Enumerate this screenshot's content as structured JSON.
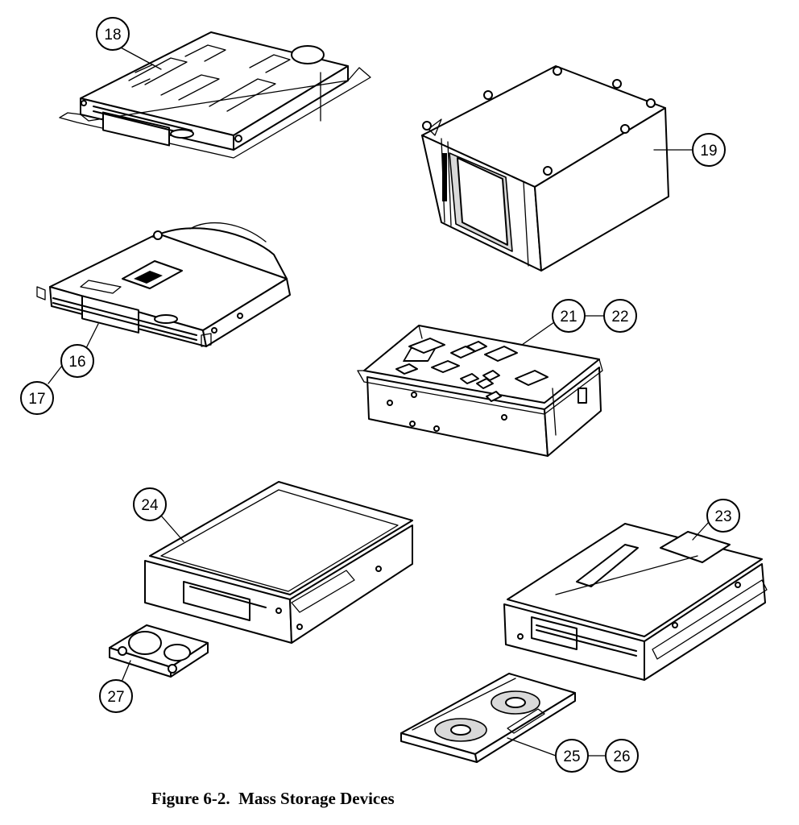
{
  "figure": {
    "caption": "Figure 6-2.  Mass Storage Devices",
    "callouts": {
      "c16": "16",
      "c17": "17",
      "c18": "18",
      "c19": "19",
      "c21": "21",
      "c22": "22",
      "c23": "23",
      "c24": "24",
      "c25": "25",
      "c26": "26",
      "c27": "27"
    }
  }
}
